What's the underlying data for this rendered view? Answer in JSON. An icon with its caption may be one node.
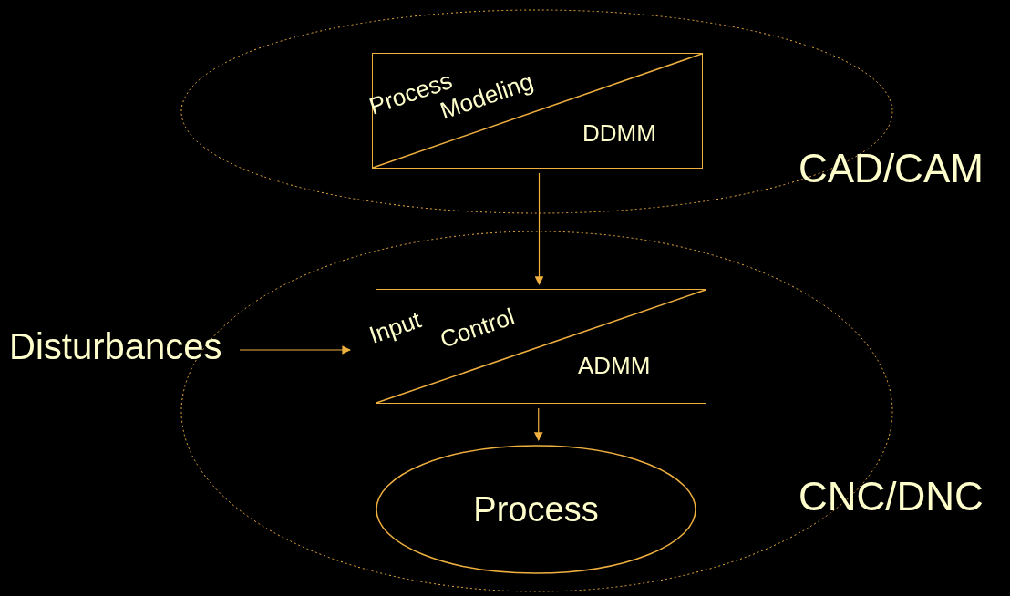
{
  "diagram": {
    "nodes": [
      {
        "text": [
          "CAD/CAM"
        ]
      },
      {
        "text": [
          "Process Modeling",
          "DDMM"
        ],
        "in": 0
      },
      {
        "text": [
          "CNC/DNC"
        ]
      },
      {
        "text": [
          "Input Control",
          "ADMM"
        ],
        "in": 2
      },
      {
        "text": [
          "Process"
        ],
        "in": 2
      },
      {
        "text": [
          "Disturbances"
        ]
      }
    ],
    "edges": [
      {
        "from": 1,
        "to": 3,
        "arrow": "to"
      },
      {
        "from": 5,
        "to": 3,
        "arrow": "to"
      },
      {
        "from": 3,
        "to": 4,
        "arrow": "to"
      }
    ]
  }
}
